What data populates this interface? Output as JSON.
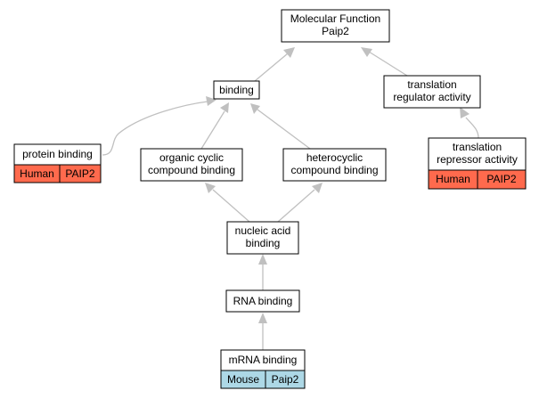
{
  "colors": {
    "human": "#ff6a4d",
    "mouse": "#add8e6",
    "edge": "#c0c0c0"
  },
  "nodes": {
    "molecular_function": {
      "lines": [
        "Molecular Function",
        "Paip2"
      ]
    },
    "binding": {
      "lines": [
        "binding"
      ]
    },
    "translation_regulator_activity": {
      "lines": [
        "translation",
        "regulator activity"
      ]
    },
    "protein_binding": {
      "lines": [
        "protein binding"
      ],
      "tags": [
        "Human",
        "PAIP2"
      ]
    },
    "organic_cyclic_compound_binding": {
      "lines": [
        "organic cyclic",
        "compound binding"
      ]
    },
    "heterocyclic_compound_binding": {
      "lines": [
        "heterocyclic",
        "compound binding"
      ]
    },
    "translation_repressor_activity": {
      "lines": [
        "translation",
        "repressor activity"
      ],
      "tags": [
        "Human",
        "PAIP2"
      ]
    },
    "nucleic_acid_binding": {
      "lines": [
        "nucleic acid",
        "binding"
      ]
    },
    "rna_binding": {
      "lines": [
        "RNA binding"
      ]
    },
    "mrna_binding": {
      "lines": [
        "mRNA binding"
      ],
      "tags": [
        "Mouse",
        "Paip2"
      ]
    }
  }
}
